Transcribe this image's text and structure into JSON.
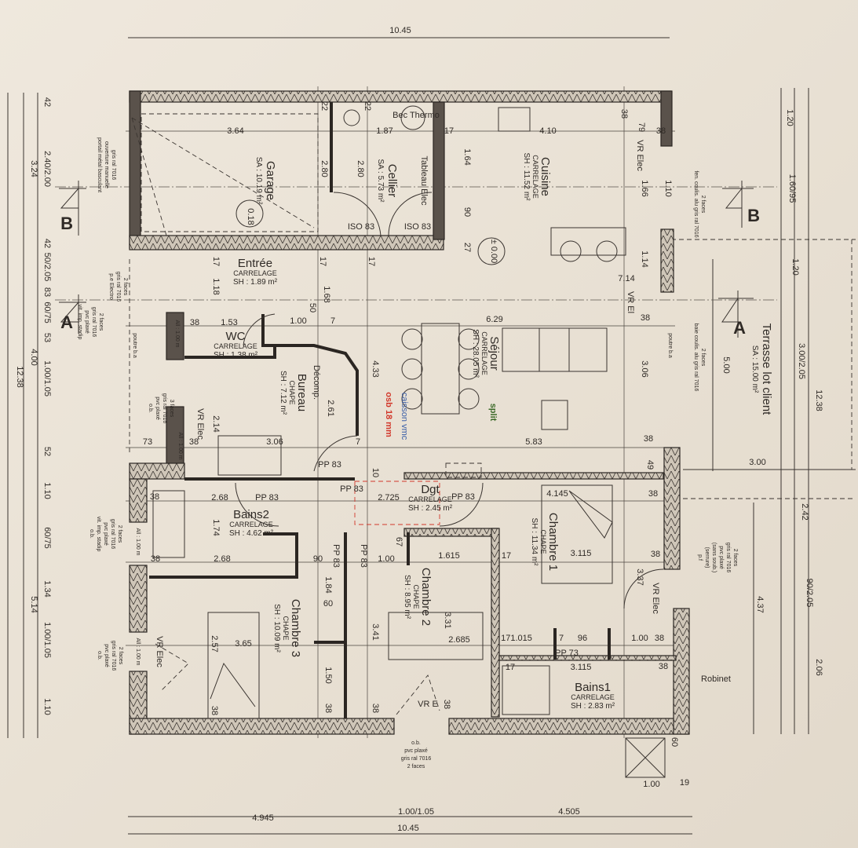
{
  "colors": {
    "paper": "#ece4d8",
    "ink": "#2f2a26",
    "osb_note": "#d2382b",
    "vmc_note": "#3b5fa8",
    "split_note": "#3d6b2a",
    "dgt_outline": "#d2382b"
  },
  "rooms": [
    {
      "name": "Garage",
      "floor": "",
      "area": "SA : 10.19 m²"
    },
    {
      "name": "Cellier",
      "floor": "",
      "area": "SA : 5.73 m²"
    },
    {
      "name": "Cuisine",
      "floor": "CARRELAGE",
      "area": "SH : 11.52 m²"
    },
    {
      "name": "Entrée",
      "floor": "CARRELAGE",
      "area": "SH : 1.89 m²"
    },
    {
      "name": "WC",
      "floor": "CARRELAGE",
      "area": "SH : 1.38 m²"
    },
    {
      "name": "Bureau",
      "floor": "CHAPE",
      "area": "SH : 7.12 m²"
    },
    {
      "name": "Séjour",
      "floor": "CARRELAGE",
      "area": "SH : 28.05 m²"
    },
    {
      "name": "Dgt",
      "floor": "CARRELAGE",
      "area": "SH : 2.45 m²"
    },
    {
      "name": "Bains2",
      "floor": "CARRELAGE",
      "area": "SH : 4.62 m²"
    },
    {
      "name": "Chambre 3",
      "floor": "CHAPE",
      "area": "SH : 10.09 m²"
    },
    {
      "name": "Chambre 2",
      "floor": "CHAPE",
      "area": "SH : 8.95 m²"
    },
    {
      "name": "Chambre 1",
      "floor": "CHAPE",
      "area": "SH : 11.34 m²"
    },
    {
      "name": "Bains1",
      "floor": "CARRELAGE",
      "area": "SH : 2.83 m²"
    },
    {
      "name": "Terrasse lot client",
      "floor": "",
      "area": "SA : 15.00 m²"
    }
  ],
  "dimensions": [
    "10.45",
    "3.64",
    "2.80",
    "22",
    "1.87",
    "2.80",
    "22",
    "17",
    "4.10",
    "1.64",
    "90",
    "27",
    "38",
    "79",
    "38",
    "1.66",
    "1.10",
    "1.14",
    "7.14",
    "38",
    "3.06",
    "49",
    "38",
    "6.29",
    "5.83",
    "17",
    "1.18",
    "17",
    "17",
    "1.68",
    "50",
    "1.00",
    "7",
    "38",
    "1.53",
    "4.33",
    "Décomp.",
    "2.61",
    "2.14",
    "3.06",
    "73",
    "38",
    "7",
    "PP 83",
    "10",
    "PP 83",
    "2.68",
    "38",
    "2.725",
    "PP 83",
    "4.145",
    "38",
    "1.74",
    "2.68",
    "38",
    "90",
    "PP 83",
    "PP 83",
    "1.00",
    "67",
    "1.615",
    "17",
    "3.115",
    "38",
    "3.37",
    "1.84",
    "60",
    "3.41",
    "3.31",
    "2.685",
    "3.65",
    "2.57",
    "1.50",
    "38",
    "38",
    "38",
    "38",
    "171.015",
    "7",
    "96",
    "1.00",
    "38",
    "PP 73",
    "3.115",
    "17",
    "38",
    "1.20",
    "1.60/95",
    "1.20",
    "3.00/2.05",
    "12.38",
    "2.42",
    "90/2.05",
    "2.06",
    "5.00",
    "3.00",
    "4.37",
    "42",
    "2.40/2.00",
    "3.24",
    "42",
    "50/2.05",
    "83",
    "60/75",
    "53",
    "1.00/1.05",
    "52",
    "1.10",
    "60/75",
    "1.34",
    "1.00/1.05",
    "1.10",
    "4.00",
    "5.14",
    "12.38",
    "4.945",
    "1.00/1.05",
    "4.505",
    "10.45",
    "1.00",
    "19",
    "60",
    "ISO 83",
    "ISO 83",
    "PP 83",
    "0.18",
    "± 0.00"
  ],
  "labels": {
    "vr_elec": [
      "VR Elec",
      "VR El",
      "VR Elec",
      "VR Elec",
      "VR Elec",
      "VR E"
    ],
    "bec_thermo": "Bec Thermo",
    "tableau_elec": "Tableau Elec",
    "robinet": "Robinet",
    "osb": "osb 18 mm",
    "vmc": "caisson vmc",
    "split": "split",
    "poutre": [
      "poutre b.a",
      "poutre b.a"
    ],
    "window_size": [
      "All : 1.00 m",
      "All : 1.00 m",
      "All : 1.00 m",
      "All : 1.00 m"
    ],
    "section": [
      "B",
      "B",
      "A",
      "A"
    ]
  },
  "notes": [
    {
      "lines": [
        "portail métal basculant",
        "ouverture manuelle",
        "gris ral 7016"
      ]
    },
    {
      "lines": [
        "p.e Electro",
        "gris ral 7016",
        "2 faces"
      ]
    },
    {
      "lines": [
        "vit. imp. stadip",
        "pvc plaxé",
        "gris ral 7016",
        "2 faces"
      ]
    },
    {
      "lines": [
        "o.b.",
        "pvc plaxé",
        "gris ral 7016",
        "3 faces"
      ]
    },
    {
      "lines": [
        "o.b.",
        "vit. imp. stadip",
        "pvc plaxé",
        "gris ral 7016",
        "2 faces"
      ]
    },
    {
      "lines": [
        "o.b.",
        "pvc plaxé",
        "gris ral 7016",
        "2 faces"
      ]
    },
    {
      "lines": [
        "fen. coulis. alu gris ral 7016",
        "2 faces"
      ]
    },
    {
      "lines": [
        "baie coulis. alu gris ral 7016",
        "2 faces"
      ]
    },
    {
      "lines": [
        "p.f",
        "(serrure)",
        "(sans soub.)",
        "pvc plaxé",
        "gris ral 7016",
        "2 faces"
      ]
    },
    {
      "lines": [
        "o.b.",
        "pvc plaxé",
        "gris ral 7016",
        "2 faces"
      ]
    }
  ]
}
